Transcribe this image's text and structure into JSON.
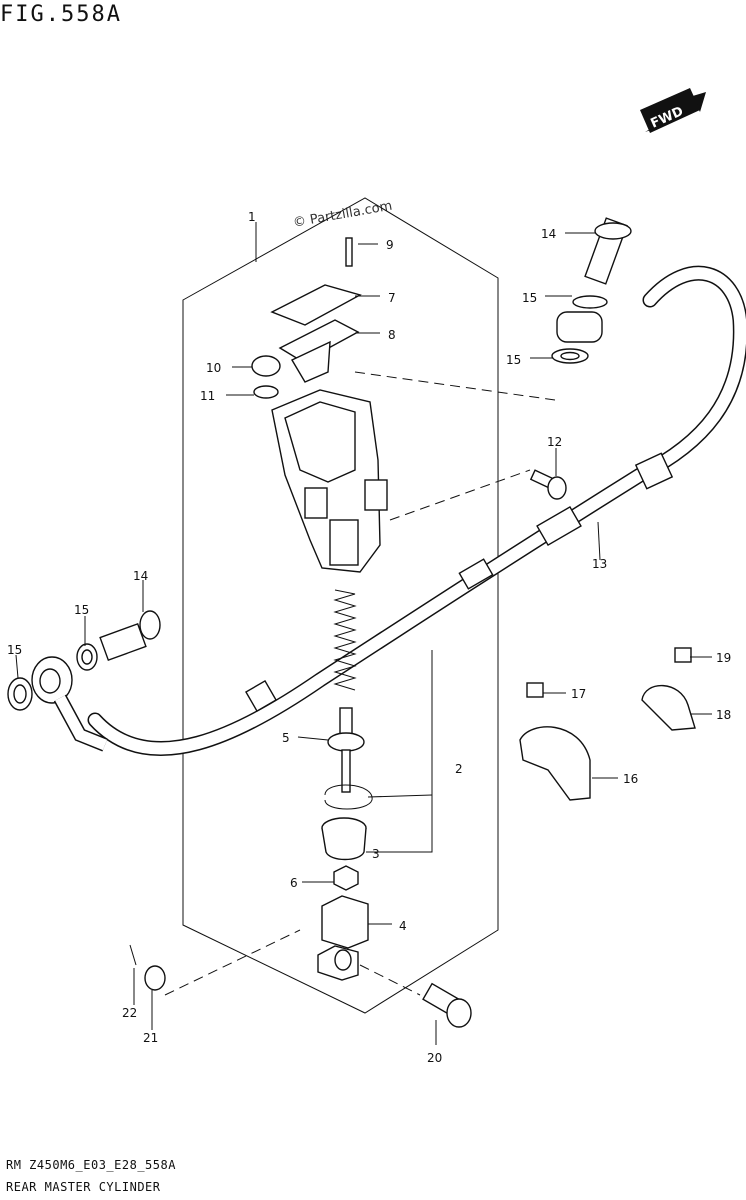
{
  "figure": {
    "title": "FIG.558A",
    "direction_badge": "FWD",
    "watermark": "© Partzilla.com",
    "footer_code": "RM Z450M6_E03_E28_558A",
    "footer_name": "REAR MASTER CYLINDER"
  },
  "callouts": [
    {
      "id": "c1",
      "text": "1"
    },
    {
      "id": "c2",
      "text": "2"
    },
    {
      "id": "c3",
      "text": "3"
    },
    {
      "id": "c4",
      "text": "4"
    },
    {
      "id": "c5",
      "text": "5"
    },
    {
      "id": "c6",
      "text": "6"
    },
    {
      "id": "c7",
      "text": "7"
    },
    {
      "id": "c8",
      "text": "8"
    },
    {
      "id": "c9",
      "text": "9"
    },
    {
      "id": "c10",
      "text": "10"
    },
    {
      "id": "c11",
      "text": "11"
    },
    {
      "id": "c12",
      "text": "12"
    },
    {
      "id": "c13",
      "text": "13"
    },
    {
      "id": "c14a",
      "text": "14"
    },
    {
      "id": "c14b",
      "text": "14"
    },
    {
      "id": "c15a",
      "text": "15"
    },
    {
      "id": "c15b",
      "text": "15"
    },
    {
      "id": "c15c",
      "text": "15"
    },
    {
      "id": "c15d",
      "text": "15"
    },
    {
      "id": "c16",
      "text": "16"
    },
    {
      "id": "c17",
      "text": "17"
    },
    {
      "id": "c18",
      "text": "18"
    },
    {
      "id": "c19",
      "text": "19"
    },
    {
      "id": "c20",
      "text": "20"
    },
    {
      "id": "c21",
      "text": "21"
    },
    {
      "id": "c22",
      "text": "22"
    }
  ]
}
